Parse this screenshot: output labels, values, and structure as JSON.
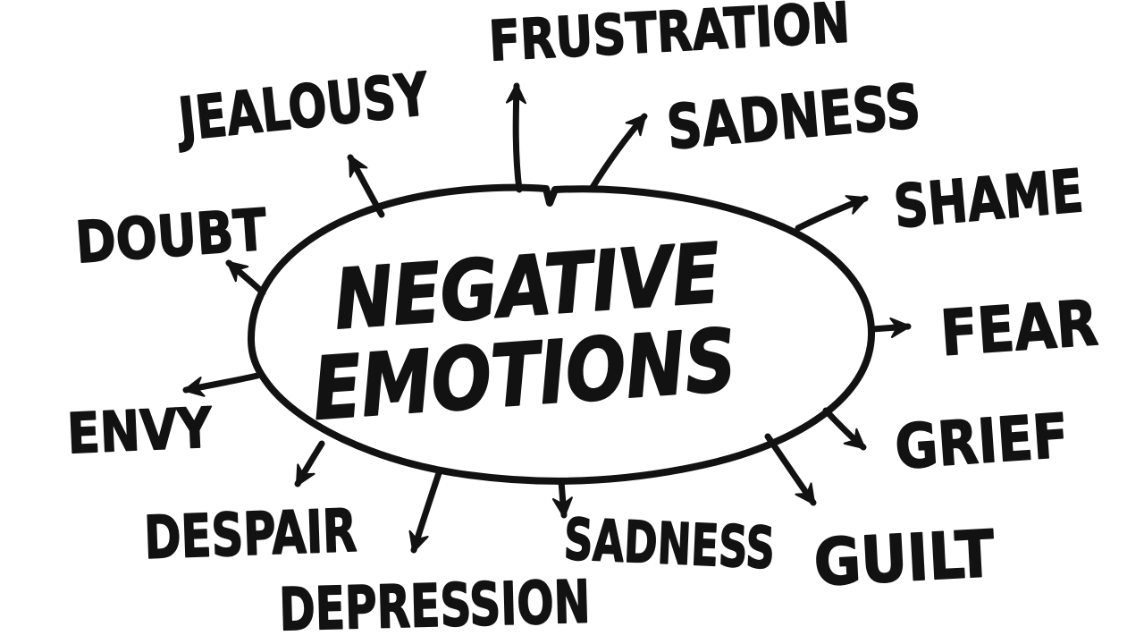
{
  "colors": {
    "background": "#ffffff",
    "ink": "#121212"
  },
  "diagram": {
    "type": "mind-map",
    "style": "hand-drawn-marker",
    "center": {
      "line1": "NEGATIVE",
      "line2": "EMOTIONS",
      "shape": "ellipse"
    },
    "branches": [
      {
        "id": "frustration",
        "label": "FRUSTRATION",
        "direction": "up"
      },
      {
        "id": "sadness-top",
        "label": "SADNESS",
        "direction": "up-right"
      },
      {
        "id": "shame",
        "label": "SHAME",
        "direction": "right-up"
      },
      {
        "id": "fear",
        "label": "FEAR",
        "direction": "right"
      },
      {
        "id": "grief",
        "label": "GRIEF",
        "direction": "right-down"
      },
      {
        "id": "guilt",
        "label": "GUILT",
        "direction": "down-right"
      },
      {
        "id": "sadness-bottom",
        "label": "SADNESS",
        "direction": "down"
      },
      {
        "id": "depression",
        "label": "DEPRESSION",
        "direction": "down-left"
      },
      {
        "id": "despair",
        "label": "DESPAIR",
        "direction": "down-left-far"
      },
      {
        "id": "envy",
        "label": "ENVY",
        "direction": "left-down"
      },
      {
        "id": "doubt",
        "label": "DOUBT",
        "direction": "left-up"
      },
      {
        "id": "jealousy",
        "label": "JEALOUSY",
        "direction": "up-left"
      }
    ]
  }
}
